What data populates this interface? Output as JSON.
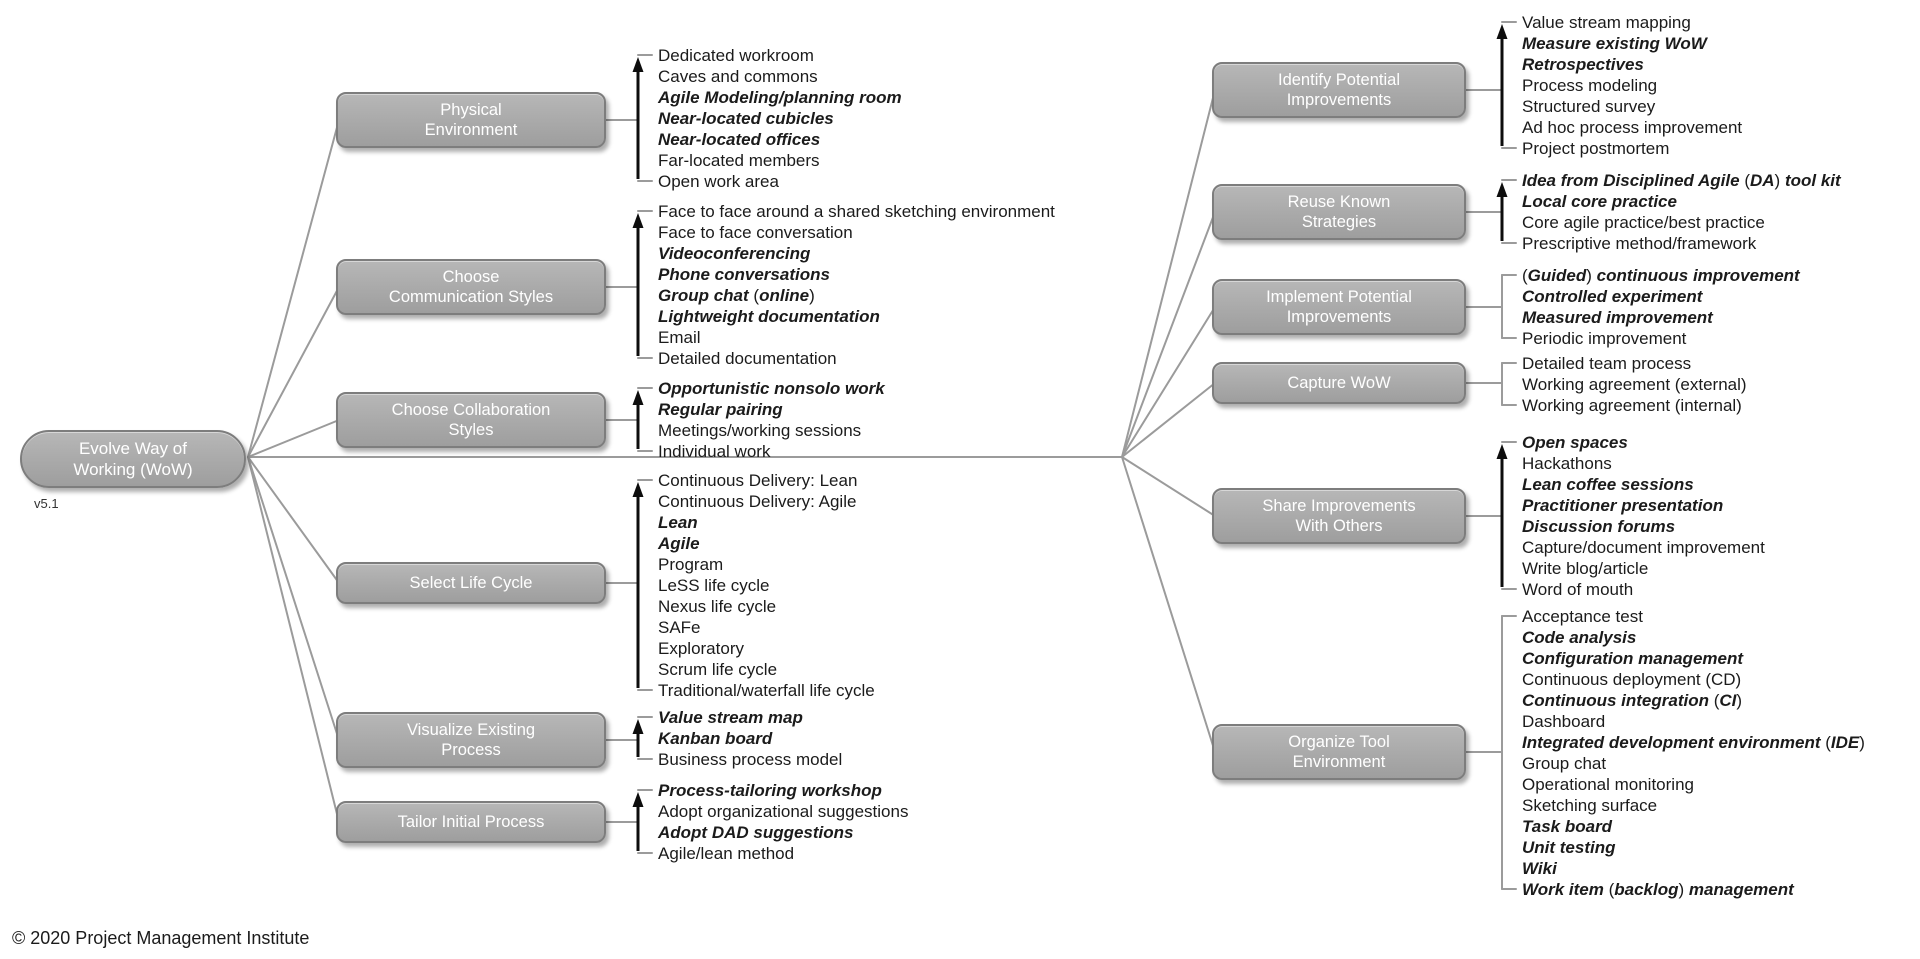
{
  "root": {
    "label": "Evolve Way of\nWorking (WoW)",
    "version": "v5.1"
  },
  "footer": {
    "copyright": "© 2020 Project Management Institute"
  },
  "colors": {
    "box_fill": "#a9a9a9",
    "box_border": "#7d7d7d",
    "box_text": "#ffffff",
    "line": "#9b9b9b",
    "arrow": "#0d0d0d",
    "text": "#1b1b1b",
    "background": "#ffffff"
  },
  "categories": [
    {
      "id": "physical-environment",
      "label": "Physical\nEnvironment",
      "arrow": true,
      "items": [
        {
          "text": "Dedicated workroom",
          "bold": false
        },
        {
          "text": "Caves and commons",
          "bold": false
        },
        {
          "text": "Agile Modeling/planning room",
          "bold": true
        },
        {
          "text": "Near-located cubicles",
          "bold": true
        },
        {
          "text": "Near-located offices",
          "bold": true
        },
        {
          "text": "Far-located members",
          "bold": false
        },
        {
          "text": "Open work area",
          "bold": false
        }
      ]
    },
    {
      "id": "choose-communication-styles",
      "label": "Choose\nCommunication Styles",
      "arrow": true,
      "items": [
        {
          "text": "Face to face around a shared sketching environment",
          "bold": false
        },
        {
          "text": "Face to face conversation",
          "bold": false
        },
        {
          "text": "Videoconferencing",
          "bold": true
        },
        {
          "text": "Phone conversations",
          "bold": true
        },
        {
          "text": "Group chat (online)",
          "bold": true
        },
        {
          "text": "Lightweight documentation",
          "bold": true
        },
        {
          "text": "Email",
          "bold": false
        },
        {
          "text": "Detailed documentation",
          "bold": false
        }
      ]
    },
    {
      "id": "choose-collaboration-styles",
      "label": "Choose Collaboration\nStyles",
      "arrow": true,
      "items": [
        {
          "text": "Opportunistic nonsolo work",
          "bold": true
        },
        {
          "text": "Regular pairing",
          "bold": true
        },
        {
          "text": "Meetings/working sessions",
          "bold": false
        },
        {
          "text": "Individual work",
          "bold": false
        }
      ]
    },
    {
      "id": "select-life-cycle",
      "label": "Select Life Cycle",
      "arrow": true,
      "items": [
        {
          "text": "Continuous Delivery: Lean",
          "bold": false
        },
        {
          "text": "Continuous Delivery: Agile",
          "bold": false
        },
        {
          "text": "Lean",
          "bold": true
        },
        {
          "text": "Agile",
          "bold": true
        },
        {
          "text": "Program",
          "bold": false
        },
        {
          "text": "LeSS life cycle",
          "bold": false
        },
        {
          "text": "Nexus life cycle",
          "bold": false
        },
        {
          "text": "SAFe",
          "bold": false
        },
        {
          "text": "Exploratory",
          "bold": false
        },
        {
          "text": "Scrum life cycle",
          "bold": false
        },
        {
          "text": "Traditional/waterfall life cycle",
          "bold": false
        }
      ]
    },
    {
      "id": "visualize-existing-process",
      "label": "Visualize Existing\nProcess",
      "arrow": true,
      "items": [
        {
          "text": "Value stream map",
          "bold": true
        },
        {
          "text": "Kanban board",
          "bold": true
        },
        {
          "text": "Business process model",
          "bold": false
        }
      ]
    },
    {
      "id": "tailor-initial-process",
      "label": "Tailor Initial Process",
      "arrow": true,
      "items": [
        {
          "text": "Process-tailoring workshop",
          "bold": true
        },
        {
          "text": "Adopt organizational suggestions",
          "bold": false
        },
        {
          "text": "Adopt DAD suggestions",
          "bold": true
        },
        {
          "text": "Agile/lean method",
          "bold": false
        }
      ]
    },
    {
      "id": "identify-potential-improvements",
      "label": "Identify Potential\nImprovements",
      "arrow": true,
      "items": [
        {
          "text": "Value stream mapping",
          "bold": false
        },
        {
          "text": "Measure existing WoW",
          "bold": true
        },
        {
          "text": "Retrospectives",
          "bold": true
        },
        {
          "text": "Process modeling",
          "bold": false
        },
        {
          "text": "Structured survey",
          "bold": false
        },
        {
          "text": "Ad hoc process improvement",
          "bold": false
        },
        {
          "text": "Project postmortem",
          "bold": false
        }
      ]
    },
    {
      "id": "reuse-known-strategies",
      "label": "Reuse Known\nStrategies",
      "arrow": true,
      "items": [
        {
          "text": "Idea from Disciplined Agile (DA) tool kit",
          "bold": true
        },
        {
          "text": "Local core practice",
          "bold": true
        },
        {
          "text": "Core agile practice/best practice",
          "bold": false
        },
        {
          "text": "Prescriptive method/framework",
          "bold": false
        }
      ]
    },
    {
      "id": "implement-potential-improvements",
      "label": "Implement Potential\nImprovements",
      "arrow": false,
      "items": [
        {
          "text": "(Guided) continuous improvement",
          "bold": true
        },
        {
          "text": "Controlled experiment",
          "bold": true
        },
        {
          "text": "Measured improvement",
          "bold": true
        },
        {
          "text": "Periodic improvement",
          "bold": false
        }
      ]
    },
    {
      "id": "capture-wow",
      "label": "Capture WoW",
      "arrow": false,
      "items": [
        {
          "text": "Detailed team process",
          "bold": false
        },
        {
          "text": "Working agreement (external)",
          "bold": false
        },
        {
          "text": "Working agreement (internal)",
          "bold": false
        }
      ]
    },
    {
      "id": "share-improvements-with-others",
      "label": "Share Improvements\nWith Others",
      "arrow": true,
      "items": [
        {
          "text": "Open spaces",
          "bold": true
        },
        {
          "text": "Hackathons",
          "bold": false
        },
        {
          "text": "Lean coffee sessions",
          "bold": true
        },
        {
          "text": "Practitioner presentation",
          "bold": true
        },
        {
          "text": "Discussion forums",
          "bold": true
        },
        {
          "text": "Capture/document improvement",
          "bold": false
        },
        {
          "text": "Write blog/article",
          "bold": false
        },
        {
          "text": "Word of mouth",
          "bold": false
        }
      ]
    },
    {
      "id": "organize-tool-environment",
      "label": "Organize Tool\nEnvironment",
      "arrow": false,
      "items": [
        {
          "text": "Acceptance test",
          "bold": false
        },
        {
          "text": "Code analysis",
          "bold": true
        },
        {
          "text": "Configuration management",
          "bold": true
        },
        {
          "text": "Continuous deployment (CD)",
          "bold": false
        },
        {
          "text": "Continuous integration (CI)",
          "bold": true
        },
        {
          "text": "Dashboard",
          "bold": false
        },
        {
          "text": "Integrated development environment (IDE)",
          "bold": true
        },
        {
          "text": "Group chat",
          "bold": false
        },
        {
          "text": "Operational monitoring",
          "bold": false
        },
        {
          "text": "Sketching surface",
          "bold": false
        },
        {
          "text": "Task board",
          "bold": true
        },
        {
          "text": "Unit testing",
          "bold": true
        },
        {
          "text": "Wiki",
          "bold": true
        },
        {
          "text": "Work item (backlog) management",
          "bold": true
        }
      ]
    }
  ]
}
